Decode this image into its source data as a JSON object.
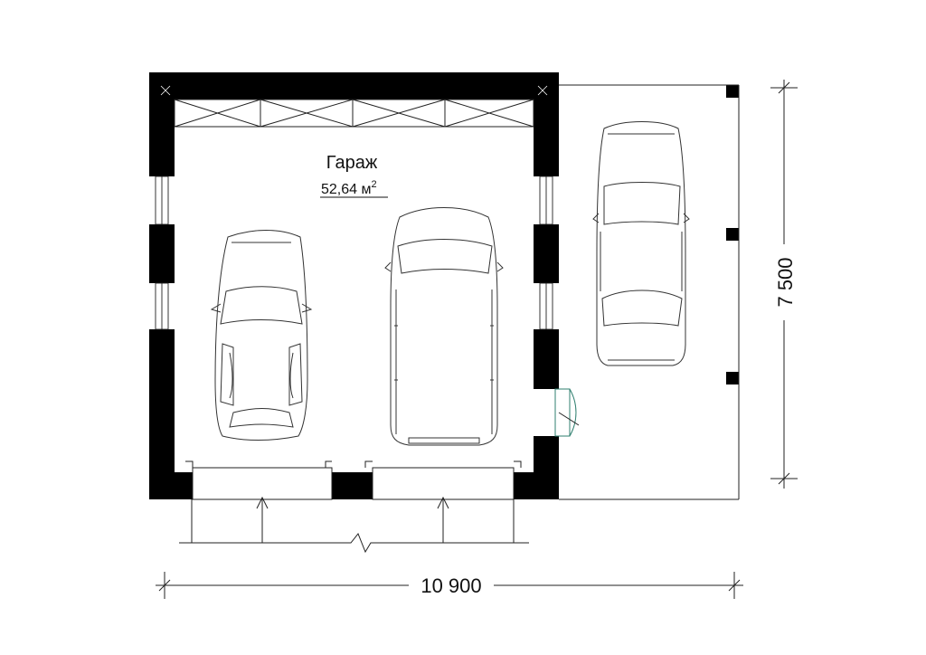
{
  "room": {
    "name": "Гараж",
    "area_value": "52,64 м",
    "area_unit_sup": "2"
  },
  "dimensions": {
    "width": "10 900",
    "depth": "7 500"
  },
  "colors": {
    "wall": "#000000",
    "line": "#222222",
    "door_accent": "#2f7f6f",
    "background": "#ffffff"
  }
}
